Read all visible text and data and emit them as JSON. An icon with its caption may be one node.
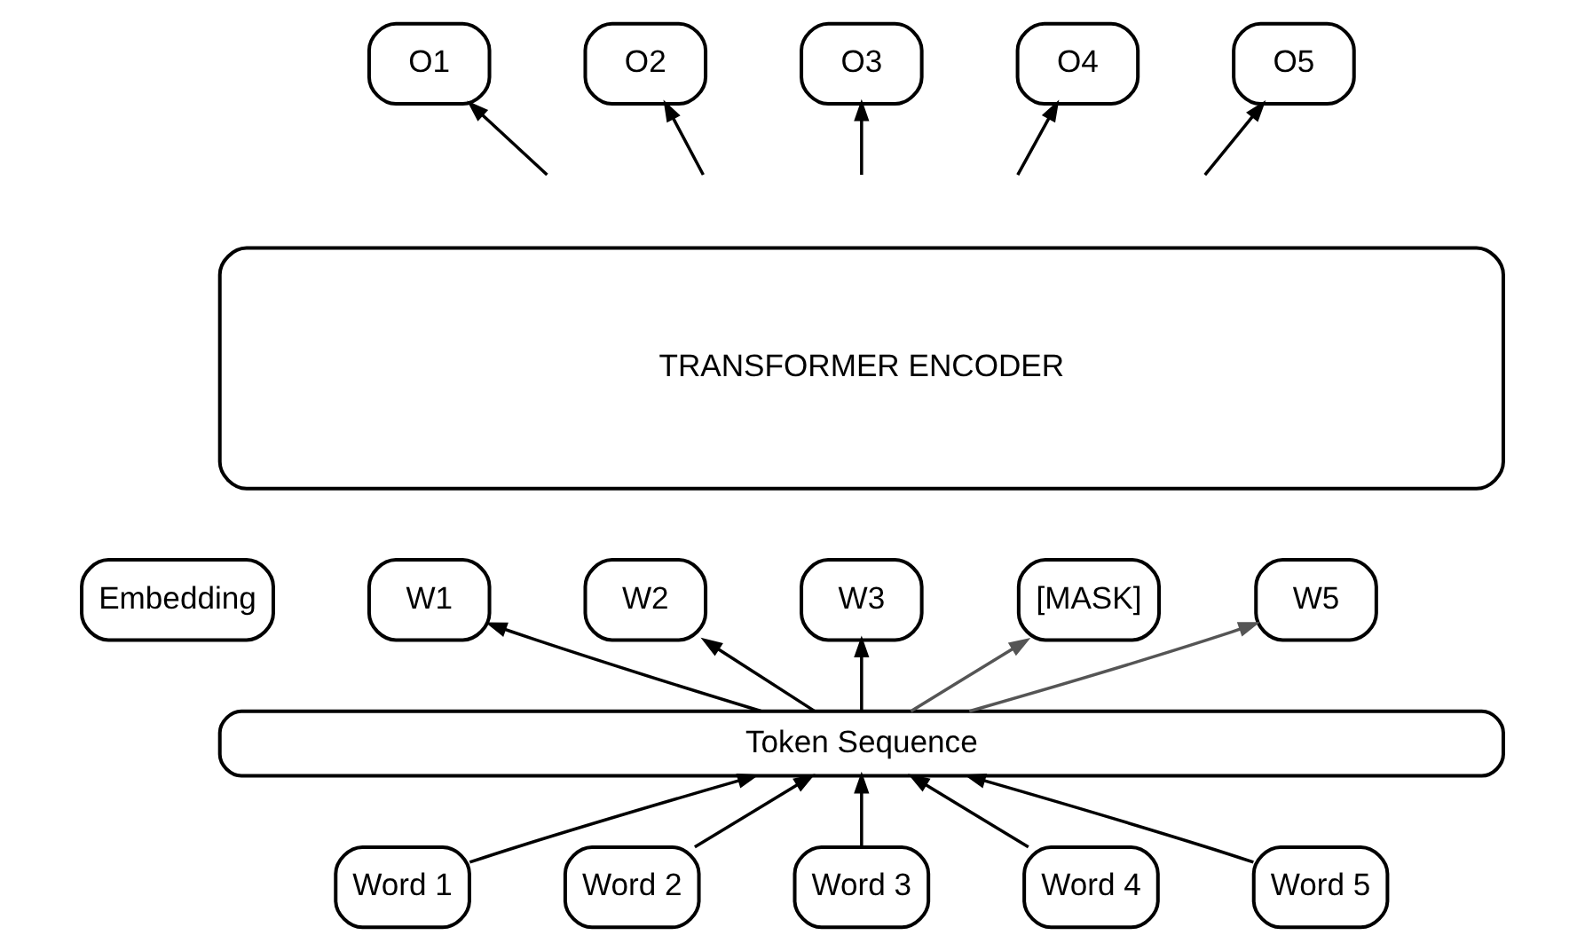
{
  "diagram": {
    "nodes": [
      {
        "text": [
          "O1"
        ]
      },
      {
        "text": [
          "O2"
        ]
      },
      {
        "text": [
          "O3"
        ]
      },
      {
        "text": [
          "O4"
        ]
      },
      {
        "text": [
          "O5"
        ]
      },
      {
        "text": [
          "TRANSFORMER ENCODER"
        ]
      },
      {
        "text": [
          "Embedding"
        ]
      },
      {
        "text": [
          "W1"
        ]
      },
      {
        "text": [
          "W2"
        ]
      },
      {
        "text": [
          "W3"
        ]
      },
      {
        "text": [
          "[MASK]"
        ]
      },
      {
        "text": [
          "W5"
        ]
      },
      {
        "text": [
          "Token Sequence"
        ]
      },
      {
        "text": [
          "Word 1"
        ]
      },
      {
        "text": [
          "Word 2"
        ]
      },
      {
        "text": [
          "Word 3"
        ]
      },
      {
        "text": [
          "Word 4"
        ]
      },
      {
        "text": [
          "Word 5"
        ]
      }
    ],
    "edges": [
      {
        "from": null,
        "to": 0,
        "arrow": "to"
      },
      {
        "from": null,
        "to": 1,
        "arrow": "to"
      },
      {
        "from": null,
        "to": 2,
        "arrow": "to"
      },
      {
        "from": null,
        "to": 3,
        "arrow": "to"
      },
      {
        "from": null,
        "to": 4,
        "arrow": "to"
      },
      {
        "from": 12,
        "to": 7,
        "arrow": "to"
      },
      {
        "from": 12,
        "to": 8,
        "arrow": "to"
      },
      {
        "from": 12,
        "to": 9,
        "arrow": "to"
      },
      {
        "from": 12,
        "to": 10,
        "arrow": "to",
        "color": "#555555"
      },
      {
        "from": 12,
        "to": 11,
        "arrow": "to",
        "color": "#555555"
      },
      {
        "from": 13,
        "to": 12,
        "arrow": "to"
      },
      {
        "from": 14,
        "to": 12,
        "arrow": "to"
      },
      {
        "from": 15,
        "to": 12,
        "arrow": "to"
      },
      {
        "from": 16,
        "to": 12,
        "arrow": "to"
      },
      {
        "from": 17,
        "to": 12,
        "arrow": "to"
      }
    ]
  }
}
